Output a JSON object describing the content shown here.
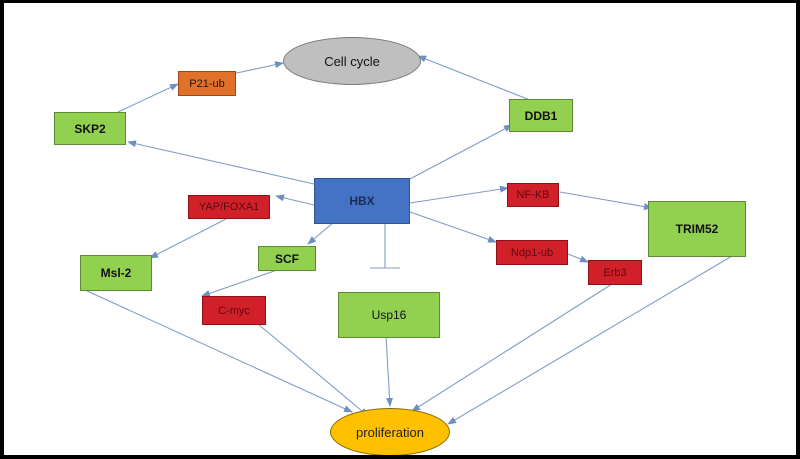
{
  "nodes": {
    "cell_cycle": "Cell cycle",
    "p21_ub": "P21-ub",
    "skp2": "SKP2",
    "ddb1": "DDB1",
    "hbx": "HBX",
    "yap_foxa1": "YAP/FOXA1",
    "nf_kb": "NF-KB",
    "trim52": "TRIM52",
    "msl2": "Msl-2",
    "scf": "SCF",
    "ndp1_ub": "Ndp1-ub",
    "erb3": "Erb3",
    "c_myc": "C-myc",
    "usp16": "Usp16",
    "proliferation": "proliferation"
  },
  "colors": {
    "green": "#92d050",
    "red": "#d2202a",
    "orange": "#e0702a",
    "blue": "#4472c4",
    "gray": "#bfbfbf",
    "yellow": "#ffc000",
    "edge": "#6f8fc0"
  }
}
